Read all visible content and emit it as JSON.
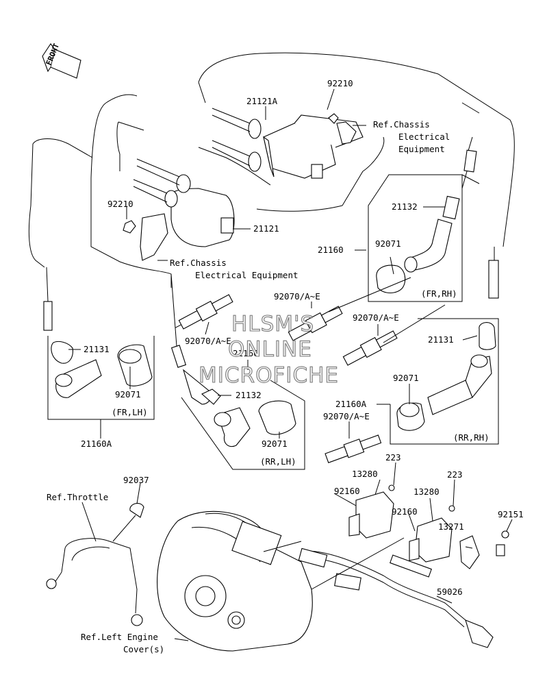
{
  "front_label": "FRONT",
  "watermark": [
    "HLSM'S",
    "ONLINE",
    "MICROFICHE"
  ],
  "labels": {
    "p92210_top": "92210",
    "p21121A": "21121A",
    "ref_chassis_1a": "Ref.Chassis",
    "ref_chassis_1b": "Electrical",
    "ref_chassis_1c": "Equipment",
    "p92210_left": "92210",
    "p21121": "21121",
    "ref_chassis_2a": "Ref.Chassis",
    "ref_chassis_2b": "Electrical Equipment",
    "p21132_top": "21132",
    "p21160": "21160",
    "p92071_fr_rh": "92071",
    "fr_rh": "(FR,RH)",
    "p92070_a": "92070/A~E",
    "p92070_b": "92070/A~E",
    "p92070_c": "92070/A~E",
    "p92070_d": "92070/A~E",
    "p21160_mid": "21160",
    "p21131_left": "21131",
    "p92071_fr_lh": "92071",
    "fr_lh": "(FR,LH)",
    "p21160A_left": "21160A",
    "p21132_mid": "21132",
    "p92071_rr_lh": "92071",
    "rr_lh": "(RR,LH)",
    "p21131_right": "21131",
    "p92071_rr_rh": "92071",
    "p21160A_right": "21160A",
    "rr_rh": "(RR,RH)",
    "p223_a": "223",
    "p13280_a": "13280",
    "p92160_a": "92160",
    "p223_b": "223",
    "p13280_b": "13280",
    "p92160_b": "92160",
    "p92151": "92151",
    "p13271": "13271",
    "p92037": "92037",
    "ref_throttle": "Ref.Throttle",
    "p59026": "59026",
    "ref_engine_a": "Ref.Left Engine",
    "ref_engine_b": "Cover(s)"
  }
}
